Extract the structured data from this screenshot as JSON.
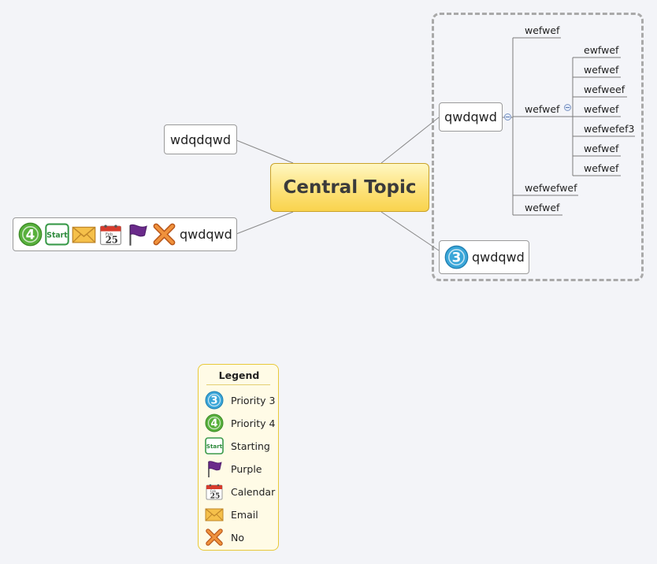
{
  "central_topic": "Central Topic",
  "left_topics": [
    {
      "label": "wdqdqwd",
      "markers": []
    },
    {
      "label": "qwdqwd",
      "markers": [
        "priority-4-icon",
        "start-icon",
        "email-icon",
        "calendar-icon",
        "purple-flag-icon",
        "no-icon"
      ]
    }
  ],
  "right_topics": [
    {
      "label": "qwdqwd",
      "subtopics": [
        {
          "label": "wefwef"
        },
        {
          "label": "wefwef",
          "children": [
            "ewfwef",
            "wefwef",
            "wefweef",
            "wefwef",
            "wefwefef3",
            "wefwef",
            "wefwef"
          ]
        },
        {
          "label": "wefwefwef"
        },
        {
          "label": "wefwef"
        }
      ]
    },
    {
      "label": "qwdqwd",
      "markers": [
        "priority-3-icon"
      ]
    }
  ],
  "calendar_icon_text": {
    "month": "Feb",
    "day": "25"
  },
  "start_icon_text": "Start",
  "priority_digits": {
    "p3": "3",
    "p4": "4"
  },
  "legend": {
    "title": "Legend",
    "items": [
      {
        "icon": "priority-3-icon",
        "label": "Priority 3"
      },
      {
        "icon": "priority-4-icon",
        "label": "Priority 4"
      },
      {
        "icon": "start-icon",
        "label": "Starting"
      },
      {
        "icon": "purple-flag-icon",
        "label": "Purple"
      },
      {
        "icon": "calendar-icon",
        "label": "Calendar"
      },
      {
        "icon": "email-icon",
        "label": "Email"
      },
      {
        "icon": "no-icon",
        "label": "No"
      }
    ]
  },
  "colors": {
    "central_fill": "#fde27a",
    "priority_3": "#3aa6d8",
    "priority_4": "#58b03c",
    "flag": "#6a2a8a",
    "no_mark": "#e07a26",
    "legend_border": "#e8c93a"
  }
}
